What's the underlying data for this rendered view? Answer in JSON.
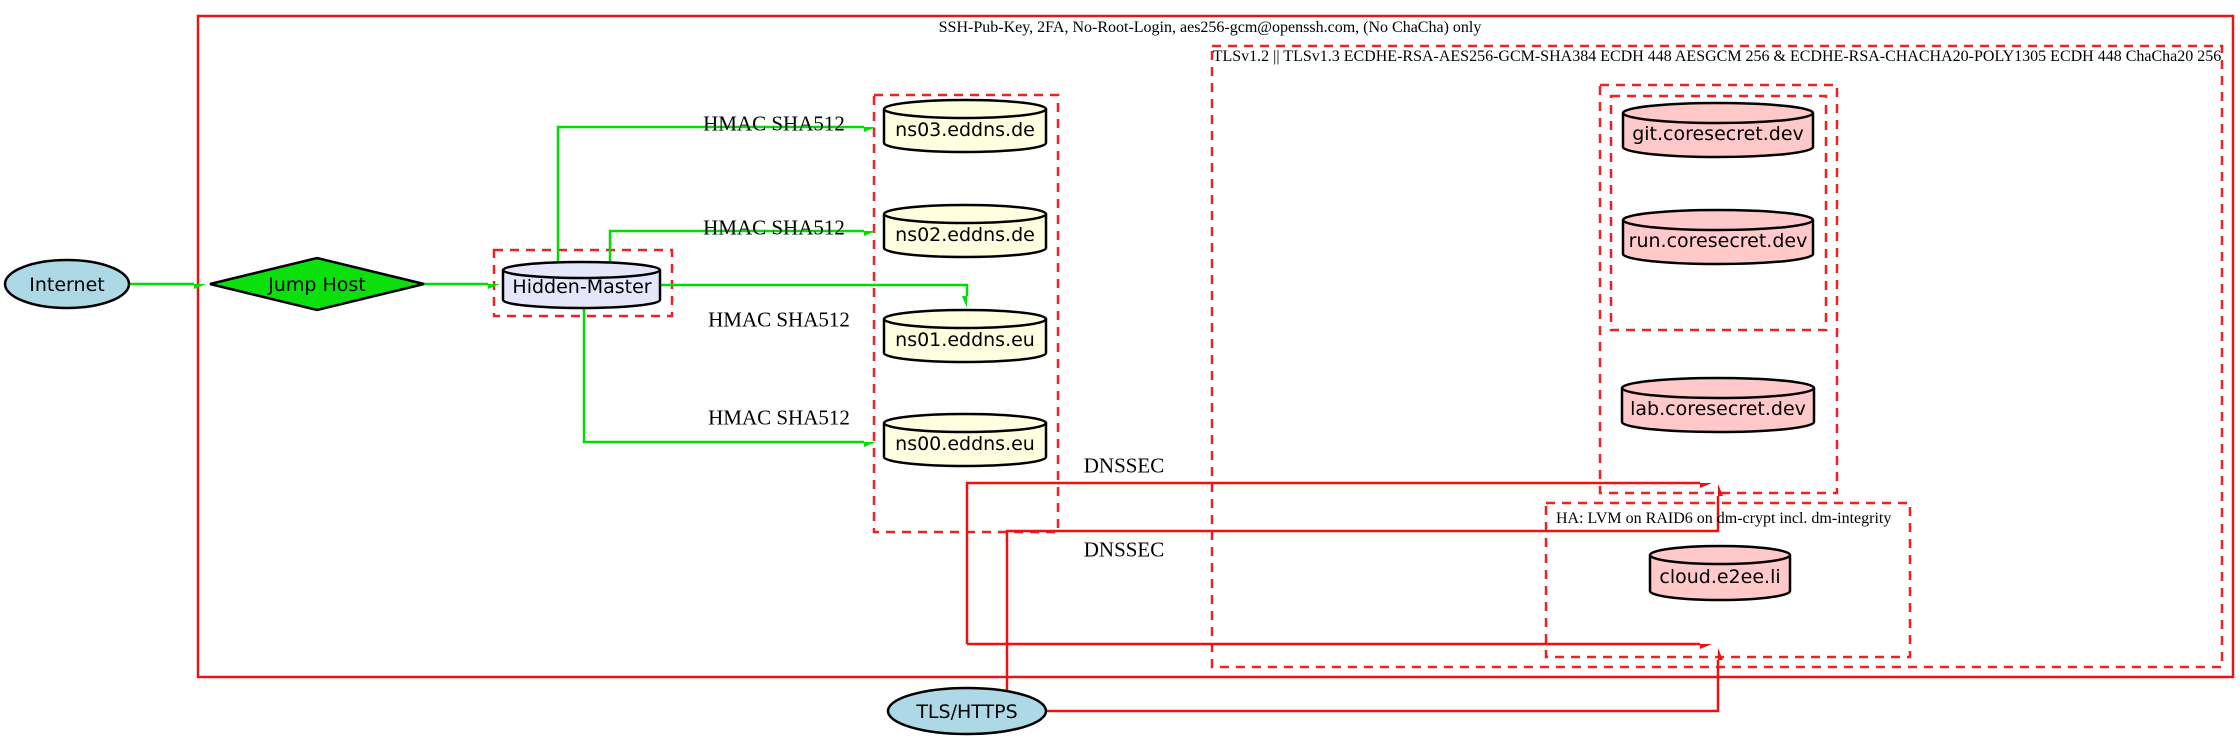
{
  "diagram": {
    "title": "DNS / hosting security architecture diagram",
    "colors": {
      "edge_green": "#00dd00",
      "edge_red": "#f01010",
      "cluster_red": "#ee2222",
      "node_blue": "#add8e6",
      "node_green": "#0ce00c",
      "node_yellow": "#ffffe0",
      "node_lavender": "#e6e6fa",
      "node_pink": "#ffc9c9",
      "background": "#ffffff"
    },
    "clusters": {
      "ssh": {
        "label": "SSH-Pub-Key, 2FA, No-Root-Login, aes256-gcm@openssh.com, (No ChaCha) only",
        "border": "solid"
      },
      "tls": {
        "label": "TLSv1.2 || TLSv1.3 ECDHE-RSA-AES256-GCM-SHA384 ECDH 448 AESGCM 256 & ECDHE-RSA-CHACHA20-POLY1305 ECDH 448 ChaCha20 256",
        "border": "dashed"
      },
      "ha": {
        "label": "HA: LVM on RAID6 on dm-crypt incl. dm-integrity",
        "border": "dashed"
      },
      "eddns": {
        "label": "",
        "border": "dashed"
      },
      "hidden_master_box": {
        "label": "",
        "border": "dashed"
      },
      "coresecret_outer": {
        "label": "",
        "border": "dashed"
      },
      "coresecret_inner": {
        "label": "",
        "border": "dashed"
      }
    },
    "nodes": {
      "internet": {
        "label": "Internet",
        "shape": "ellipse",
        "fill": "#add8e6"
      },
      "jump_host": {
        "label": "Jump Host",
        "shape": "diamond",
        "fill": "#0ce00c"
      },
      "hidden_master": {
        "label": "Hidden-Master",
        "shape": "cylinder",
        "fill": "#e6e6fa"
      },
      "ns03": {
        "label": "ns03.eddns.de",
        "shape": "cylinder",
        "fill": "#ffffe0"
      },
      "ns02": {
        "label": "ns02.eddns.de",
        "shape": "cylinder",
        "fill": "#ffffe0"
      },
      "ns01": {
        "label": "ns01.eddns.eu",
        "shape": "cylinder",
        "fill": "#ffffe0"
      },
      "ns00": {
        "label": "ns00.eddns.eu",
        "shape": "cylinder",
        "fill": "#ffffe0"
      },
      "git": {
        "label": "git.coresecret.dev",
        "shape": "cylinder",
        "fill": "#ffc9c9"
      },
      "run": {
        "label": "run.coresecret.dev",
        "shape": "cylinder",
        "fill": "#ffc9c9"
      },
      "lab": {
        "label": "lab.coresecret.dev",
        "shape": "cylinder",
        "fill": "#ffc9c9"
      },
      "cloud": {
        "label": "cloud.e2ee.li",
        "shape": "cylinder",
        "fill": "#ffc9c9"
      },
      "tls_https": {
        "label": "TLS/HTTPS",
        "shape": "ellipse",
        "fill": "#add8e6"
      }
    },
    "edge_labels": {
      "hmac_ns03": "HMAC SHA512",
      "hmac_ns02": "HMAC SHA512",
      "hmac_ns01": "HMAC SHA512",
      "hmac_ns00": "HMAC SHA512",
      "dnssec_upper": "DNSSEC",
      "dnssec_lower": "DNSSEC"
    }
  }
}
